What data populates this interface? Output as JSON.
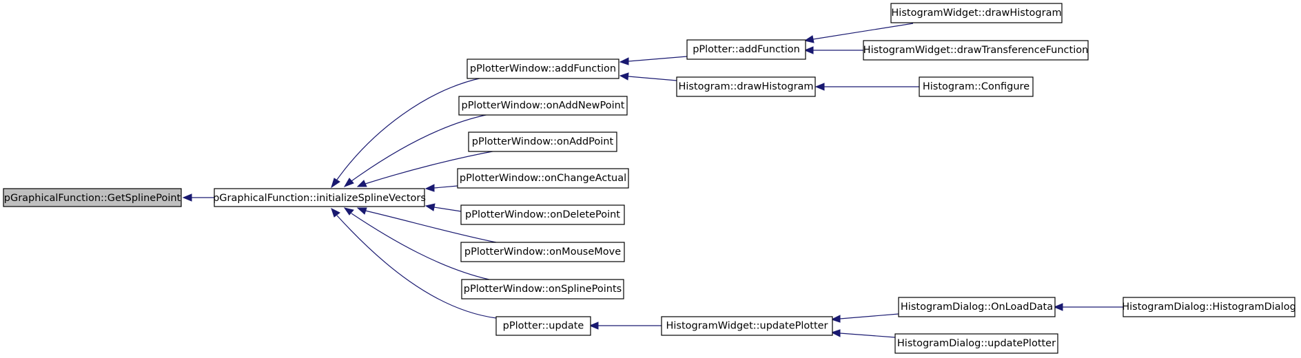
{
  "graph": {
    "nodes": {
      "get_spline_point": "pGraphicalFunction::GetSplinePoint",
      "init_spline_vectors": "pGraphicalFunction::initializeSplineVectors",
      "pw_add_function": "pPlotterWindow::addFunction",
      "pw_on_add_new_point": "pPlotterWindow::onAddNewPoint",
      "pw_on_add_point": "pPlotterWindow::onAddPoint",
      "pw_on_change_actual": "pPlotterWindow::onChangeActual",
      "pw_on_delete_point": "pPlotterWindow::onDeletePoint",
      "pw_on_mouse_move": "pPlotterWindow::onMouseMove",
      "pw_on_spline_points": "pPlotterWindow::onSplinePoints",
      "pplotter_update": "pPlotter::update",
      "pplotter_add_function": "pPlotter::addFunction",
      "histogram_draw": "Histogram::drawHistogram",
      "hw_draw_histogram": "HistogramWidget::drawHistogram",
      "hw_draw_transference": "HistogramWidget::drawTransferenceFunction",
      "histogram_configure": "Histogram::Configure",
      "hw_update_plotter": "HistogramWidget::updatePlotter",
      "hd_on_load_data": "HistogramDialog::OnLoadData",
      "hd_update_plotter": "HistogramDialog::updatePlotter",
      "hd_histogram_dialog": "HistogramDialog::HistogramDialog"
    },
    "edges": [
      {
        "from": "init_spline_vectors",
        "to": "get_spline_point"
      },
      {
        "from": "pw_add_function",
        "to": "init_spline_vectors"
      },
      {
        "from": "pw_on_add_new_point",
        "to": "init_spline_vectors"
      },
      {
        "from": "pw_on_add_point",
        "to": "init_spline_vectors"
      },
      {
        "from": "pw_on_change_actual",
        "to": "init_spline_vectors"
      },
      {
        "from": "pw_on_delete_point",
        "to": "init_spline_vectors"
      },
      {
        "from": "pw_on_mouse_move",
        "to": "init_spline_vectors"
      },
      {
        "from": "pw_on_spline_points",
        "to": "init_spline_vectors"
      },
      {
        "from": "pplotter_update",
        "to": "init_spline_vectors"
      },
      {
        "from": "pplotter_add_function",
        "to": "pw_add_function"
      },
      {
        "from": "histogram_draw",
        "to": "pw_add_function"
      },
      {
        "from": "hw_draw_histogram",
        "to": "pplotter_add_function"
      },
      {
        "from": "hw_draw_transference",
        "to": "pplotter_add_function"
      },
      {
        "from": "histogram_configure",
        "to": "histogram_draw"
      },
      {
        "from": "hw_update_plotter",
        "to": "pplotter_update"
      },
      {
        "from": "hd_on_load_data",
        "to": "hw_update_plotter"
      },
      {
        "from": "hd_update_plotter",
        "to": "hw_update_plotter"
      },
      {
        "from": "hd_histogram_dialog",
        "to": "hd_on_load_data"
      }
    ],
    "highlighted_node": "get_spline_point",
    "colors": {
      "edge": "#191970",
      "highlight_fill": "#bfbfbf",
      "node_fill": "#ffffff",
      "node_border": "#000000"
    }
  }
}
